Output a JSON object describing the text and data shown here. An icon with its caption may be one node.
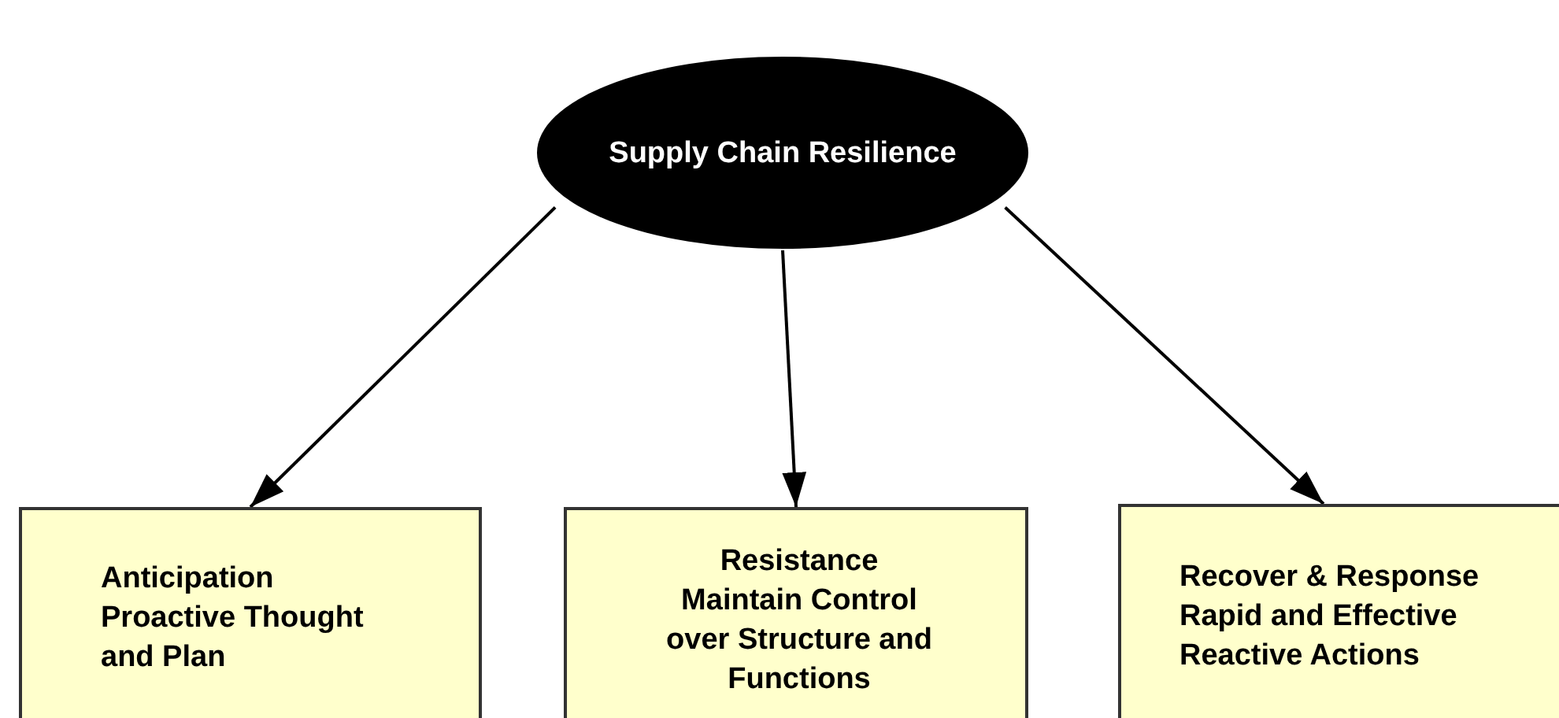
{
  "diagram": {
    "nodes": [
      {
        "text": [
          "Supply Chain Resilience"
        ]
      },
      {
        "text": [
          "Anticipation",
          "Proactive Thought and Plan"
        ]
      },
      {
        "text": [
          "Resistance",
          "Maintain Control over Structure and Functions"
        ]
      },
      {
        "text": [
          "Recover & Response",
          "Rapid and Effective Reactive Actions"
        ]
      }
    ],
    "edges": [
      {
        "from": 0,
        "to": 1,
        "arrow": "to"
      },
      {
        "from": 0,
        "to": 2,
        "arrow": "to"
      },
      {
        "from": 0,
        "to": 3,
        "arrow": "to"
      }
    ]
  }
}
